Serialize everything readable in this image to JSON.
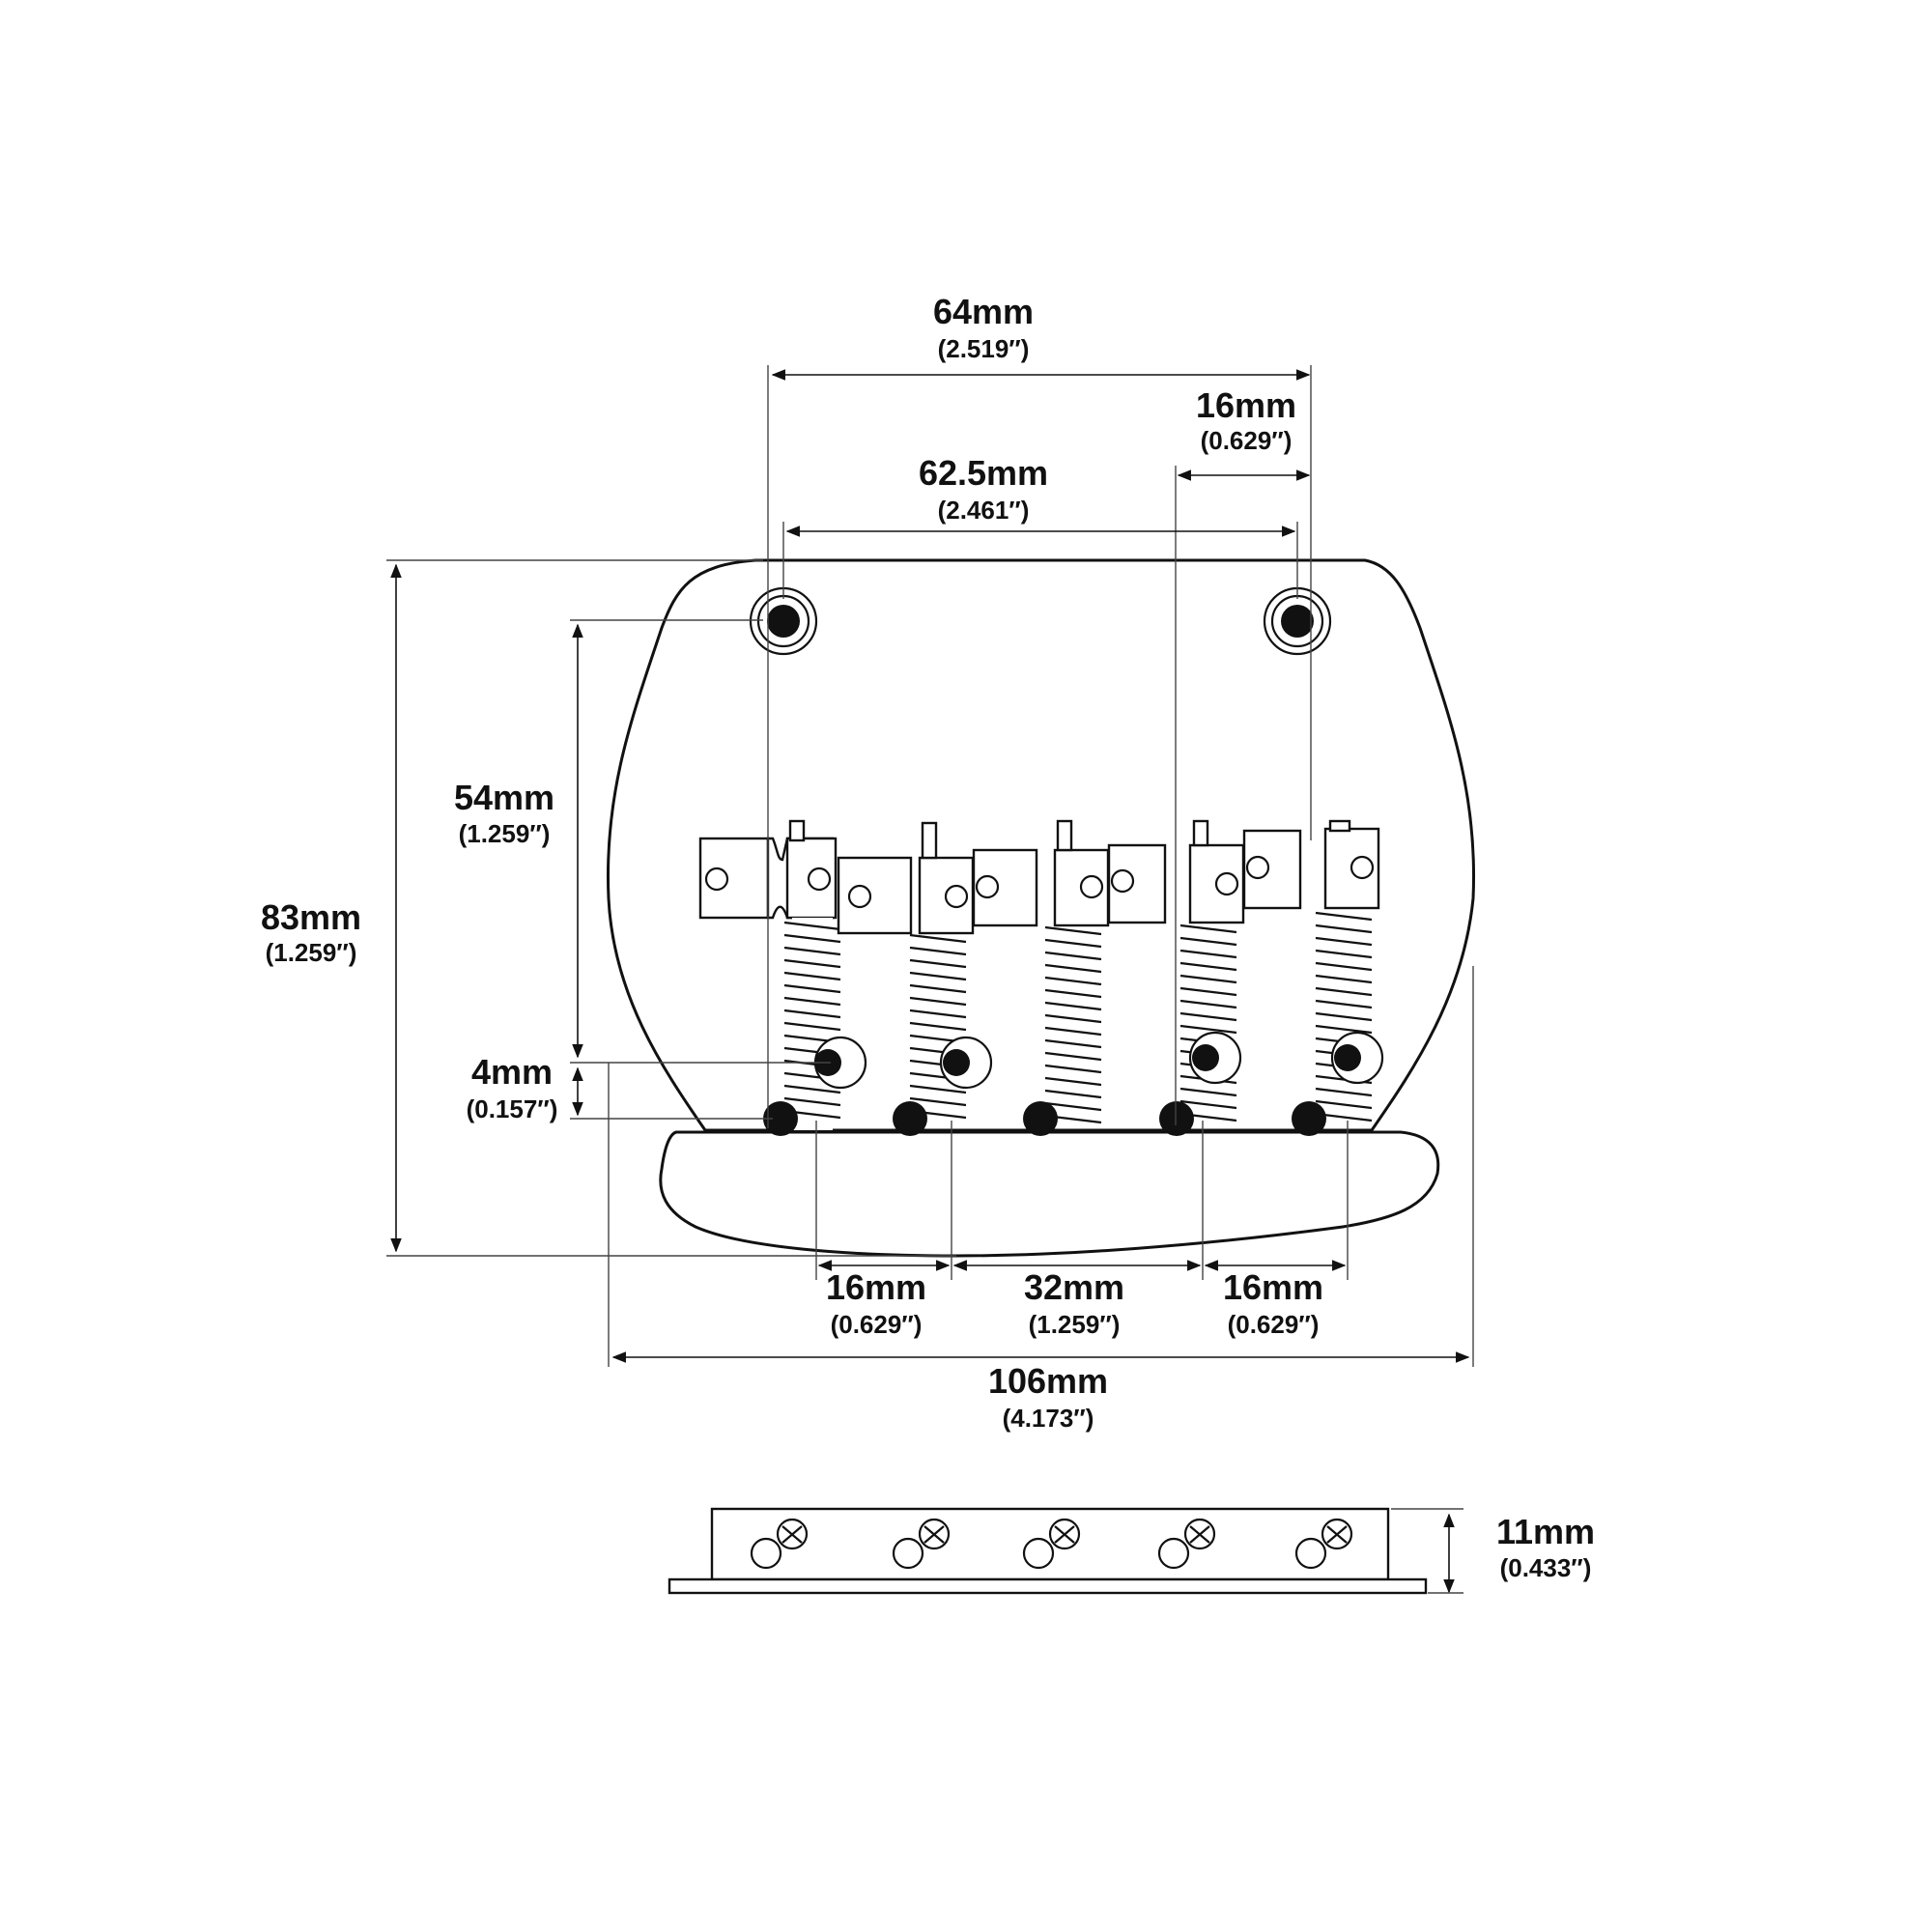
{
  "dimensions": {
    "top_outer": {
      "mm": "64mm",
      "inch": "(2.519″)"
    },
    "top_inner": {
      "mm": "62.5mm",
      "inch": "(2.461″)"
    },
    "top_right": {
      "mm": "16mm",
      "inch": "(0.629″)"
    },
    "left_height": {
      "mm": "83mm",
      "inch": "(1.259″)"
    },
    "left_mid": {
      "mm": "54mm",
      "inch": "(1.259″)"
    },
    "left_small": {
      "mm": "4mm",
      "inch": "(0.157″)"
    },
    "bottom_left": {
      "mm": "16mm",
      "inch": "(0.629″)"
    },
    "bottom_mid": {
      "mm": "32mm",
      "inch": "(1.259″)"
    },
    "bottom_right": {
      "mm": "16mm",
      "inch": "(0.629″)"
    },
    "overall_width": {
      "mm": "106mm",
      "inch": "(4.173″)"
    },
    "side_height": {
      "mm": "11mm",
      "inch": "(0.433″)"
    }
  }
}
